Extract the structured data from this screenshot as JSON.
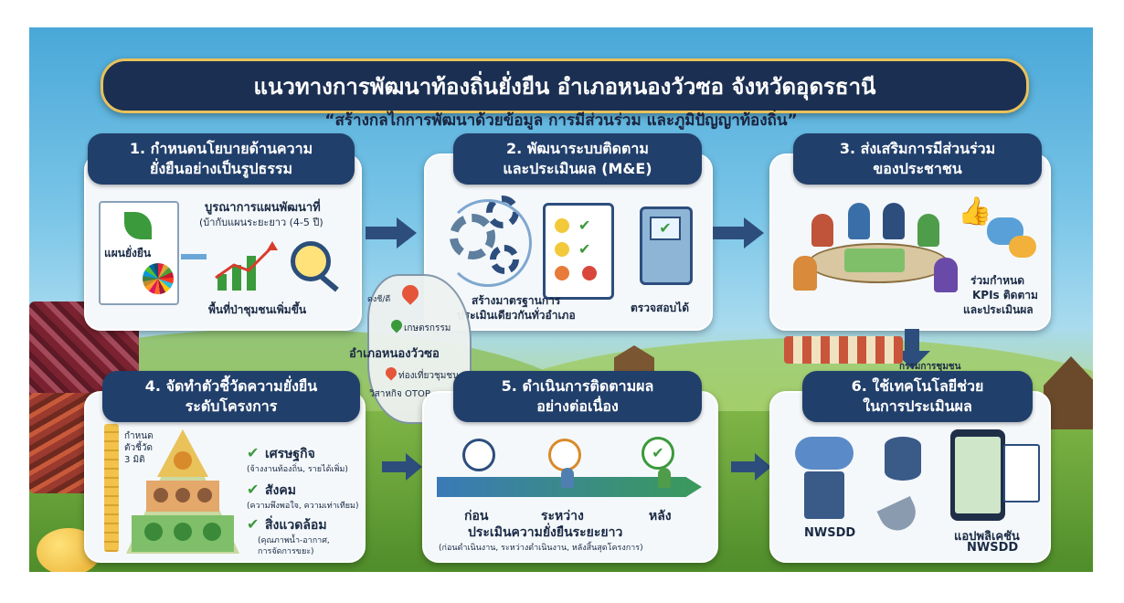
{
  "title": "แนวทางการพัฒนาท้องถิ่นยั่งยืน อำเภอหนองวัวซอ จังหวัดอุดรธานี",
  "subtitle": "“สร้างกลไกการพัฒนาด้วยข้อมูล การมีส่วนร่วม และภูมิปัญญาท้องถิ่น”",
  "cards": {
    "c1": {
      "heading_line1": "1. กำหนดนโยบายด้านความ",
      "heading_line2": "ยั่งยืนอย่างเป็นรูปธรรม",
      "doc_label": "แผนยั่งยืน",
      "integrate_line1": "บูรณาการแผนพัฒนาที่",
      "integrate_line2": "(บ้ากับแผนระยะยาว (4-5 ปี)",
      "caption": "พื้นที่ป่าชุมชนเพิ่มขึ้น"
    },
    "c2": {
      "heading_line1": "2. พัฒนาระบบติดตาม",
      "heading_line2": "และประเมินผล (M&E)",
      "caption_left_line1": "สร้างมาตรฐานการ",
      "caption_left_line2": "ประเมินเดียวกันทั่วอำเภอ",
      "caption_right": "ตรวจสอบได้"
    },
    "c3": {
      "heading_line1": "3. ส่งเสริมการมีส่วนร่วม",
      "heading_line2": "ของประชาชน",
      "caption_line1": "ร่วมกำหนด",
      "caption_line2": "KPIs ติดตาม",
      "caption_line3": "และประเมินผล"
    },
    "c4": {
      "heading_line1": "4. จัดทำตัวชี้วัดความยั่งยืน",
      "heading_line2": "ระดับโครงการ",
      "ruler_line1": "กำหนด",
      "ruler_line2": "ตัวชี้วัด",
      "ruler_line3": "3 มิติ",
      "items": [
        {
          "label": "เศรษฐกิจ",
          "detail": "(จ้างงานท้องถิ่น, รายได้เพิ่ม)"
        },
        {
          "label": "สังคม",
          "detail": "(ความพึงพอใจ, ความเท่าเทียม)"
        },
        {
          "label": "สิ่งแวดล้อม",
          "detail_line1": "(คุณภาพน้ำ-อากาศ,",
          "detail_line2": "การจัดการขยะ)"
        }
      ]
    },
    "c5": {
      "heading_line1": "5. ดำเนินการติดตามผล",
      "heading_line2": "อย่างต่อเนื่อง",
      "stage_before": "ก่อน",
      "stage_during": "ระหว่าง",
      "stage_after": "หลัง",
      "caption": "ประเมินความยั่งยืนระยะยาว",
      "detail": "(ก่อนดำเนินงาน, ระหว่างดำเนินงาน, หลังสิ้นสุดโครงการ)"
    },
    "c6": {
      "heading_line1": "6. ใช้เทคโนโลยีช่วย",
      "heading_line2": "ในการประเมินผล",
      "label_server": "NWSDD",
      "label_app_line1": "แอปพลิเคชัน",
      "label_app_line2": "NWSDD"
    }
  },
  "map": {
    "label_top": "ดงชี/ดี",
    "label_farm": "เกษตรกรรม",
    "label_district": "อำเภอหนองวัวซอ",
    "label_tourism": "ท่องเที่ยวชุมชน",
    "label_otop": "วิสาหกิจ OTOP"
  },
  "market_label": "กรรมการชุมชน",
  "colors": {
    "card_heading": "#213f6b",
    "title_bar": "#1b2f52",
    "title_border": "#e9c25a",
    "arrow": "#2d4e7d",
    "check": "#3a9a3a"
  }
}
